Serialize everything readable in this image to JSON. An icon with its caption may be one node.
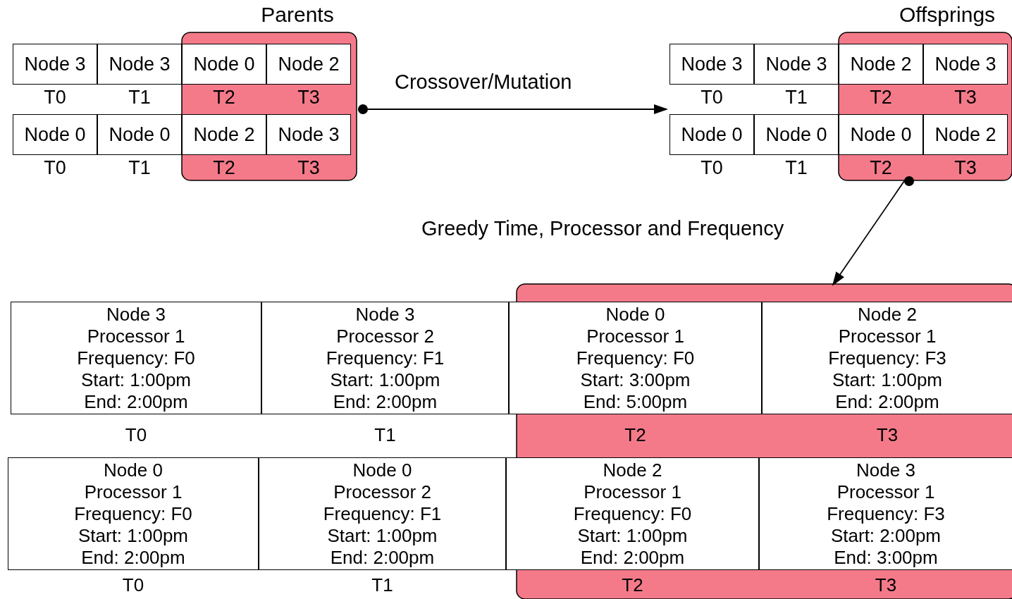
{
  "diagram": {
    "nodes": [
      {
        "text": [
          "Parents"
        ]
      },
      {
        "text": [
          "Node 3"
        ],
        "in": 0,
        "beside": [
          "T0"
        ]
      },
      {
        "text": [
          "Node 3"
        ],
        "in": 0,
        "beside": [
          "T1"
        ]
      },
      {
        "text": [
          "Node 0"
        ],
        "in": 0,
        "beside": [
          "T2"
        ]
      },
      {
        "text": [
          "Node 2"
        ],
        "in": 0,
        "beside": [
          "T3"
        ]
      },
      {
        "text": [
          "Node 0"
        ],
        "in": 0,
        "beside": [
          "T0"
        ]
      },
      {
        "text": [
          "Node 0"
        ],
        "in": 0,
        "beside": [
          "T1"
        ]
      },
      {
        "text": [
          "Node 2"
        ],
        "in": 0,
        "beside": [
          "T2"
        ]
      },
      {
        "text": [
          "Node 3"
        ],
        "in": 0,
        "beside": [
          "T3"
        ]
      },
      {
        "text": [
          "Offsprings"
        ]
      },
      {
        "text": [
          "Node 3"
        ],
        "in": 9,
        "beside": [
          "T0"
        ]
      },
      {
        "text": [
          "Node 3"
        ],
        "in": 9,
        "beside": [
          "T1"
        ]
      },
      {
        "text": [
          "Node 2"
        ],
        "in": 9,
        "beside": [
          "T2"
        ]
      },
      {
        "text": [
          "Node 3"
        ],
        "in": 9,
        "beside": [
          "T3"
        ]
      },
      {
        "text": [
          "Node 0"
        ],
        "in": 9,
        "beside": [
          "T0"
        ]
      },
      {
        "text": [
          "Node 0"
        ],
        "in": 9,
        "beside": [
          "T1"
        ]
      },
      {
        "text": [
          "Node 0"
        ],
        "in": 9,
        "beside": [
          "T2"
        ]
      },
      {
        "text": [
          "Node 2"
        ],
        "in": 9,
        "beside": [
          "T3"
        ]
      },
      {
        "text": [],
        "shape": "box"
      },
      {
        "text": [
          "Node 3",
          "Processor 1",
          "Frequency: F0",
          "Start: 1:00pm",
          "End: 2:00pm"
        ],
        "in": 18,
        "beside": [
          "T0"
        ]
      },
      {
        "text": [
          "Node 3",
          "Processor 2",
          "Frequency: F1",
          "Start: 1:00pm",
          "End: 2:00pm"
        ],
        "in": 18,
        "beside": [
          "T1"
        ]
      },
      {
        "text": [
          "Node 0",
          "Processor 1",
          "Frequency: F0",
          "Start: 3:00pm",
          "End: 5:00pm"
        ],
        "in": 18,
        "beside": [
          "T2"
        ]
      },
      {
        "text": [
          "Node 2",
          "Processor 1",
          "Frequency: F3",
          "Start: 1:00pm",
          "End: 2:00pm"
        ],
        "in": 18,
        "beside": [
          "T3"
        ]
      },
      {
        "text": [
          "Node 0",
          "Processor 1",
          "Frequency: F0",
          "Start: 1:00pm",
          "End: 2:00pm"
        ],
        "in": 18,
        "beside": [
          "T0"
        ]
      },
      {
        "text": [
          "Node 0",
          "Processor 2",
          "Frequency: F1",
          "Start: 1:00pm",
          "End: 2:00pm"
        ],
        "in": 18,
        "beside": [
          "T1"
        ]
      },
      {
        "text": [
          "Node 2",
          "Processor 1",
          "Frequency: F0",
          "Start: 1:00pm",
          "End: 2:00pm"
        ],
        "in": 18,
        "beside": [
          "T2"
        ]
      },
      {
        "text": [
          "Node 3",
          "Processor 1",
          "Frequency: F3",
          "Start: 2:00pm",
          "End: 3:00pm"
        ],
        "in": 18,
        "beside": [
          "T3"
        ]
      }
    ],
    "edges": [
      {
        "from": 0,
        "to": 9,
        "arrow": "to",
        "label": "Crossover/Mutation"
      },
      {
        "from": 9,
        "to": 18,
        "arrow": "to",
        "label": "Greedy Time, Processor and Frequency"
      }
    ]
  }
}
